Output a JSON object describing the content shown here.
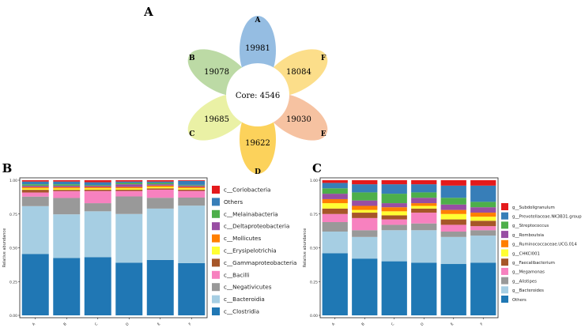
{
  "panels": {
    "a": "A",
    "b": "B",
    "c": "C"
  },
  "venn": {
    "core_label": "Core: 4546",
    "petals": [
      {
        "sample": "A",
        "count": "19981",
        "color": "#8fb9e0"
      },
      {
        "sample": "F",
        "count": "18084",
        "color": "#fcdc84"
      },
      {
        "sample": "E",
        "count": "19030",
        "color": "#f6bf9c"
      },
      {
        "sample": "D",
        "count": "19622",
        "color": "#fcd052"
      },
      {
        "sample": "C",
        "count": "19685",
        "color": "#e9f0a0"
      },
      {
        "sample": "B",
        "count": "19078",
        "color": "#b8d8a0"
      }
    ]
  },
  "chart_data": [
    {
      "type": "bar",
      "stacked": true,
      "ylabel": "Relative abundance",
      "ylim": [
        0,
        1
      ],
      "yticks": [
        "0.00",
        "0.25",
        "0.50",
        "0.75",
        "1.00"
      ],
      "categories": [
        "A",
        "B",
        "C",
        "D",
        "E",
        "F"
      ],
      "series": [
        {
          "name": "c__Clostridia",
          "color": "#2077b4",
          "values": [
            0.45,
            0.42,
            0.43,
            0.39,
            0.41,
            0.39
          ]
        },
        {
          "name": "c__Bacteroidia",
          "color": "#a6cee3",
          "values": [
            0.35,
            0.32,
            0.34,
            0.36,
            0.38,
            0.43
          ]
        },
        {
          "name": "c__Negativicutes",
          "color": "#999999",
          "values": [
            0.07,
            0.12,
            0.06,
            0.13,
            0.08,
            0.06
          ]
        },
        {
          "name": "c__Bacilli",
          "color": "#f781bf",
          "values": [
            0.03,
            0.05,
            0.09,
            0.04,
            0.06,
            0.05
          ]
        },
        {
          "name": "c__Gammaproteobacteria",
          "color": "#a65628",
          "values": [
            0.02,
            0.01,
            0.01,
            0.01,
            0.01,
            0.01
          ]
        },
        {
          "name": "c__Erysipelotrichia",
          "color": "#ffff33",
          "values": [
            0.01,
            0.01,
            0.01,
            0.01,
            0.01,
            0.01
          ]
        },
        {
          "name": "c__Mollicutes",
          "color": "#ff7f00",
          "values": [
            0.01,
            0.01,
            0.01,
            0.01,
            0.01,
            0.01
          ]
        },
        {
          "name": "c__Deltaproteobacteria",
          "color": "#984ea3",
          "values": [
            0.01,
            0.01,
            0.01,
            0.02,
            0.01,
            0.01
          ]
        },
        {
          "name": "c__Melainabacteria",
          "color": "#4daf4a",
          "values": [
            0.01,
            0.01,
            0.005,
            0.01,
            0.01,
            0.005
          ]
        },
        {
          "name": "Others",
          "color": "#377eb8",
          "values": [
            0.02,
            0.02,
            0.02,
            0.01,
            0.01,
            0.03
          ]
        },
        {
          "name": "c__Coriobacteria",
          "color": "#e41a1c",
          "values": [
            0.01,
            0.01,
            0.015,
            0.01,
            0.01,
            0.005
          ]
        }
      ]
    },
    {
      "type": "bar",
      "stacked": true,
      "ylabel": "Relative abundance",
      "ylim": [
        0,
        1
      ],
      "yticks": [
        "0.00",
        "0.25",
        "0.50",
        "0.75",
        "1.00"
      ],
      "categories": [
        "A",
        "B",
        "C",
        "D",
        "E",
        "F"
      ],
      "series": [
        {
          "name": "Others",
          "color": "#1f78b4",
          "values": [
            0.46,
            0.42,
            0.4,
            0.39,
            0.38,
            0.39
          ]
        },
        {
          "name": "g__Bacteroides",
          "color": "#a6cee3",
          "values": [
            0.16,
            0.16,
            0.23,
            0.24,
            0.2,
            0.2
          ]
        },
        {
          "name": "g__Alistipes",
          "color": "#999999",
          "values": [
            0.07,
            0.05,
            0.04,
            0.05,
            0.04,
            0.04
          ]
        },
        {
          "name": "g__Megamonas",
          "color": "#f781bf",
          "values": [
            0.06,
            0.09,
            0.04,
            0.08,
            0.05,
            0.03
          ]
        },
        {
          "name": "g__Faecalibacterium",
          "color": "#a65628",
          "values": [
            0.04,
            0.04,
            0.03,
            0.03,
            0.04,
            0.04
          ]
        },
        {
          "name": "g__CHKCI001",
          "color": "#ffff33",
          "values": [
            0.04,
            0.02,
            0.03,
            0.02,
            0.04,
            0.03
          ]
        },
        {
          "name": "g__Ruminococcaceae.UCG.014",
          "color": "#ff7f00",
          "values": [
            0.03,
            0.03,
            0.03,
            0.02,
            0.03,
            0.03
          ]
        },
        {
          "name": "g__Romboutsia",
          "color": "#984ea3",
          "values": [
            0.04,
            0.04,
            0.03,
            0.04,
            0.04,
            0.04
          ]
        },
        {
          "name": "g__Streptococcus",
          "color": "#4daf4a",
          "values": [
            0.04,
            0.06,
            0.07,
            0.04,
            0.05,
            0.04
          ]
        },
        {
          "name": "g__Prevotellaceae.NK3B31.group",
          "color": "#377eb8",
          "values": [
            0.04,
            0.06,
            0.07,
            0.06,
            0.09,
            0.12
          ]
        },
        {
          "name": "g__Subdoligranulum",
          "color": "#e41a1c",
          "values": [
            0.02,
            0.03,
            0.03,
            0.03,
            0.04,
            0.04
          ]
        }
      ]
    }
  ]
}
